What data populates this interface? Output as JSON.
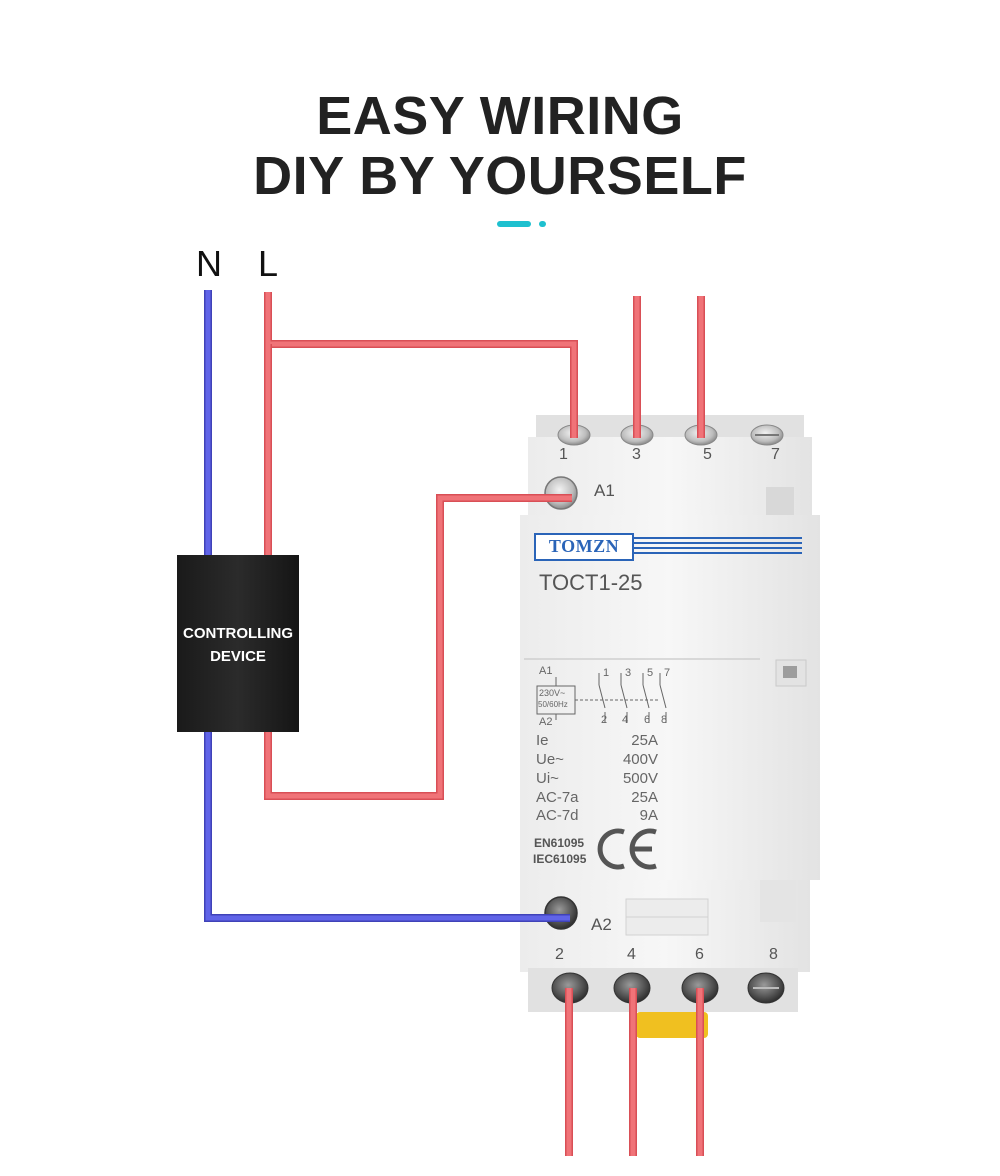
{
  "header": {
    "line1": "EASY WIRING",
    "line2": "DIY BY YOURSELF"
  },
  "wire_labels": {
    "neutral": "N",
    "live": "L"
  },
  "controller": {
    "line1": "CONTROLLING",
    "line2": "DEVICE"
  },
  "contactor": {
    "brand": "TOMZN",
    "model": "TOCT1-25",
    "top_terminals": [
      "1",
      "3",
      "5",
      "7"
    ],
    "bottom_terminals": [
      "2",
      "4",
      "6",
      "8"
    ],
    "coil_top": "A1",
    "coil_bottom": "A2",
    "schematic": {
      "a1": "A1",
      "a2": "A2",
      "voltage": "230V~",
      "frequency": "50/60Hz",
      "top_nums": [
        "1",
        "3",
        "5",
        "7"
      ],
      "bottom_nums": [
        "2",
        "4",
        "6",
        "8"
      ]
    },
    "specs": [
      {
        "label": "Ie",
        "value": "25A"
      },
      {
        "label": "Ue~",
        "value": "400V"
      },
      {
        "label": "Ui~",
        "value": "500V"
      },
      {
        "label": "AC-7a",
        "value": "25A"
      },
      {
        "label": "AC-7d",
        "value": "9A"
      }
    ],
    "certs": [
      "EN61095",
      "IEC61095"
    ],
    "ce_mark": "CE"
  },
  "colors": {
    "live_wire": "#ee6d72",
    "neutral_wire": "#5f63e6",
    "accent": "#1ec0cf",
    "brand_blue": "#2a64b8"
  }
}
